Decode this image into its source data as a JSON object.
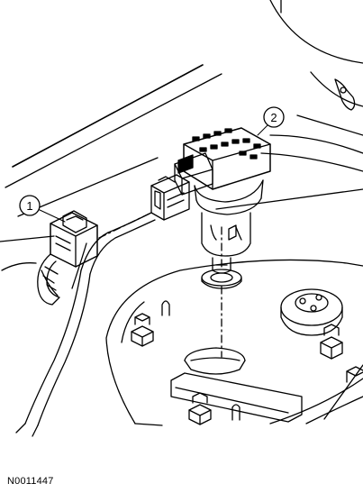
{
  "figure_id": "N0011447",
  "callouts": [
    {
      "number": "1",
      "part": "electrical-connector"
    },
    {
      "number": "2",
      "part": "sensor"
    }
  ]
}
